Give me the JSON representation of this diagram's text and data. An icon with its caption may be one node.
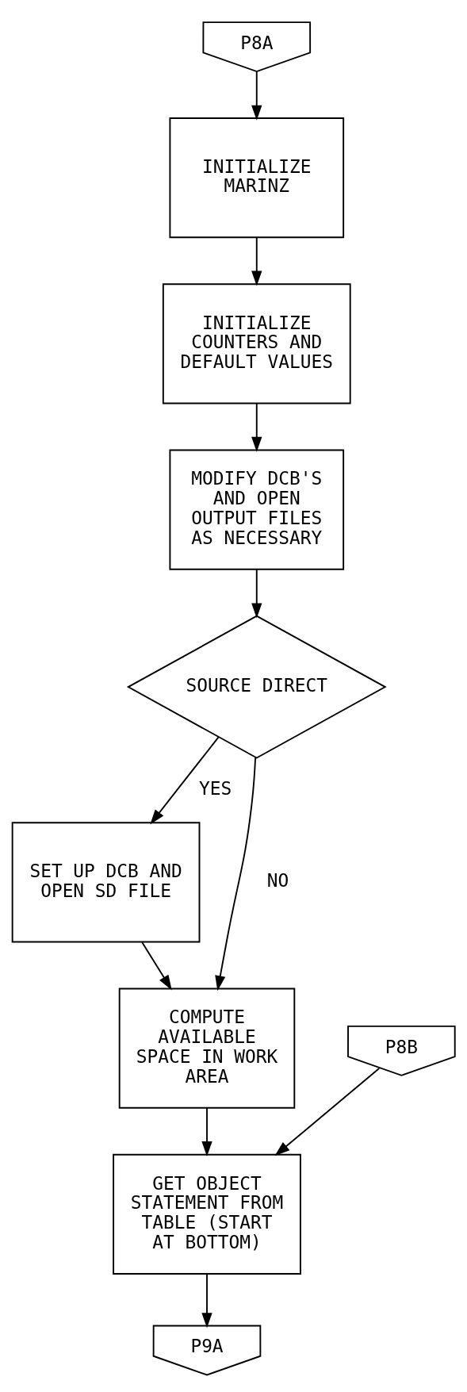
{
  "diagram": {
    "nodes": [
      {
        "text": [
          "P8A"
        ]
      },
      {
        "text": [
          "INITIALIZE MARINZ"
        ]
      },
      {
        "text": [
          "INITIALIZE COUNTERS AND DEFAULT VALUES"
        ]
      },
      {
        "text": [
          "MODIFY DCB'S AND OPEN OUTPUT FILES AS NECESSARY"
        ]
      },
      {
        "text": [
          "SOURCE DIRECT"
        ]
      },
      {
        "text": [
          "SET UP DCB AND OPEN SD FILE"
        ]
      },
      {
        "text": [
          "COMPUTE AVAILABLE SPACE IN WORK AREA"
        ]
      },
      {
        "text": [
          "P8B"
        ]
      },
      {
        "text": [
          "GET OBJECT STATEMENT FROM TABLE (START AT BOTTOM)"
        ]
      },
      {
        "text": [
          "P9A"
        ]
      }
    ],
    "edges": [
      {
        "from": 0,
        "to": 1,
        "arrow": "to"
      },
      {
        "from": 1,
        "to": 2,
        "arrow": "to"
      },
      {
        "from": 2,
        "to": 3,
        "arrow": "to"
      },
      {
        "from": 3,
        "to": 4,
        "arrow": "to"
      },
      {
        "from": 4,
        "to": 5,
        "arrow": "to",
        "label": "YES"
      },
      {
        "from": 4,
        "to": 6,
        "arrow": "to",
        "label": "NO"
      },
      {
        "from": 5,
        "to": 6,
        "arrow": "to"
      },
      {
        "from": 6,
        "to": 8,
        "arrow": "to"
      },
      {
        "from": 7,
        "to": 8,
        "arrow": "to"
      },
      {
        "from": 8,
        "to": 9,
        "arrow": "to"
      }
    ]
  }
}
